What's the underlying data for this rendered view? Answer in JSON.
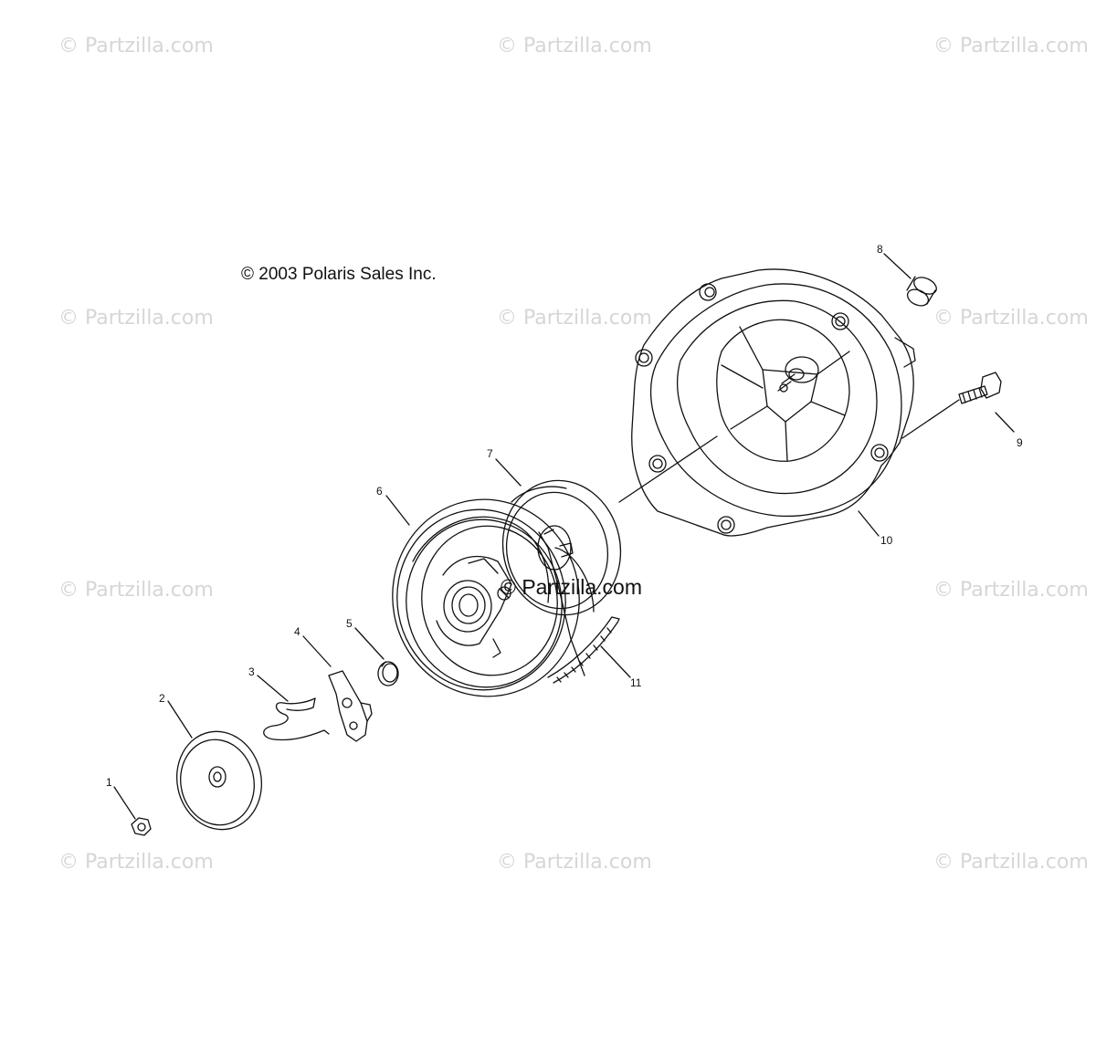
{
  "copyright": "© 2003 Polaris Sales Inc.",
  "watermark": "© Partzilla.com",
  "center_watermark": "© Partzilla.com",
  "callouts": [
    "1",
    "2",
    "3",
    "4",
    "5",
    "6",
    "7",
    "8",
    "9",
    "10",
    "11"
  ],
  "colors": {
    "line": "#111111",
    "watermark": "#d6d6d6",
    "background": "#ffffff"
  }
}
